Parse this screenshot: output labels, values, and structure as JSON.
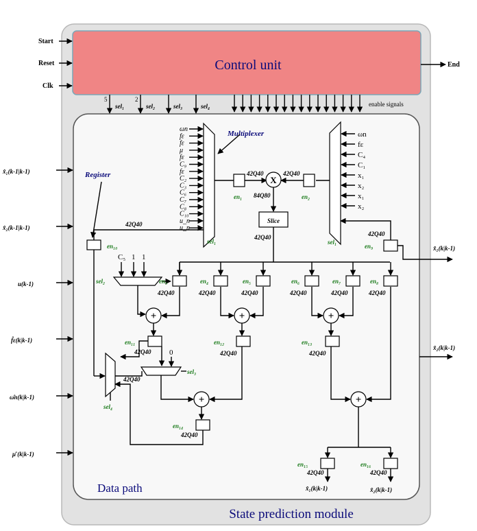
{
  "module_title": "State prediction module",
  "control_unit": {
    "label": "Control unit",
    "fill": "#f08585",
    "border": "#7aa7b8"
  },
  "data_path_label": "Data path",
  "accent_blue": "#0b0b7a",
  "label_green": "#1a7a1a",
  "control_inputs": [
    "Start",
    "Reset",
    "Clk"
  ],
  "end_label": "End",
  "select_signals": [
    {
      "bits": "5",
      "label": "sel₁"
    },
    {
      "bits": "2",
      "label": "sel₂"
    },
    {
      "bits": "",
      "label": "sel₃"
    },
    {
      "bits": "",
      "label": "sel₄"
    }
  ],
  "enable_signals_label": "enable signals",
  "inputs": [
    "x̂₁(k-1|k-1)",
    "x̂₂(k-1|k-1)",
    "u(k-1)",
    "f̂ε(k|k-1)",
    "ω̂n(k|k-1)",
    "μ̂ (k|k-1)"
  ],
  "outputs": [
    "x̂₁(k|k-1)",
    "x̂₂(k|k-1)"
  ],
  "final_outputs": [
    "x̂₁(k|k-1)",
    "x̂₂(k|k-1)"
  ],
  "mux_left_inputs": [
    "ωn",
    "fε",
    "fε",
    "μ",
    "fε",
    "C₉",
    "fε",
    "C₂",
    "C₃",
    "C₆",
    "C₇",
    "C₈",
    "C₁₀",
    "u_n",
    "u_n"
  ],
  "mux_right_inputs": [
    "ωn",
    "fε",
    "C₄",
    "C₁",
    "x₁",
    "x₂",
    "x₁",
    "x₂"
  ],
  "multiplexer_label": "Multiplexer",
  "register_label": "Register",
  "slice_label": "Slice",
  "multiplier_symbol": "X",
  "adder_symbol": "+",
  "mux3_inputs": [
    "C₅",
    "1",
    "1"
  ],
  "mux5_zero": "0",
  "formats": {
    "q4240": "42Q40",
    "q8480": "84Q80"
  },
  "enables": [
    "en₁",
    "en₂",
    "en₃",
    "en₄",
    "en₅",
    "en₆",
    "en₇",
    "en₈",
    "en₉",
    "en₁₀",
    "en₁₁",
    "en₁₂",
    "en₁₃",
    "en₁₄",
    "en₁₅",
    "en₁₆"
  ],
  "selects_inner": [
    "sel₁",
    "sel₁",
    "sel₂",
    "sel₃",
    "sel₄"
  ]
}
